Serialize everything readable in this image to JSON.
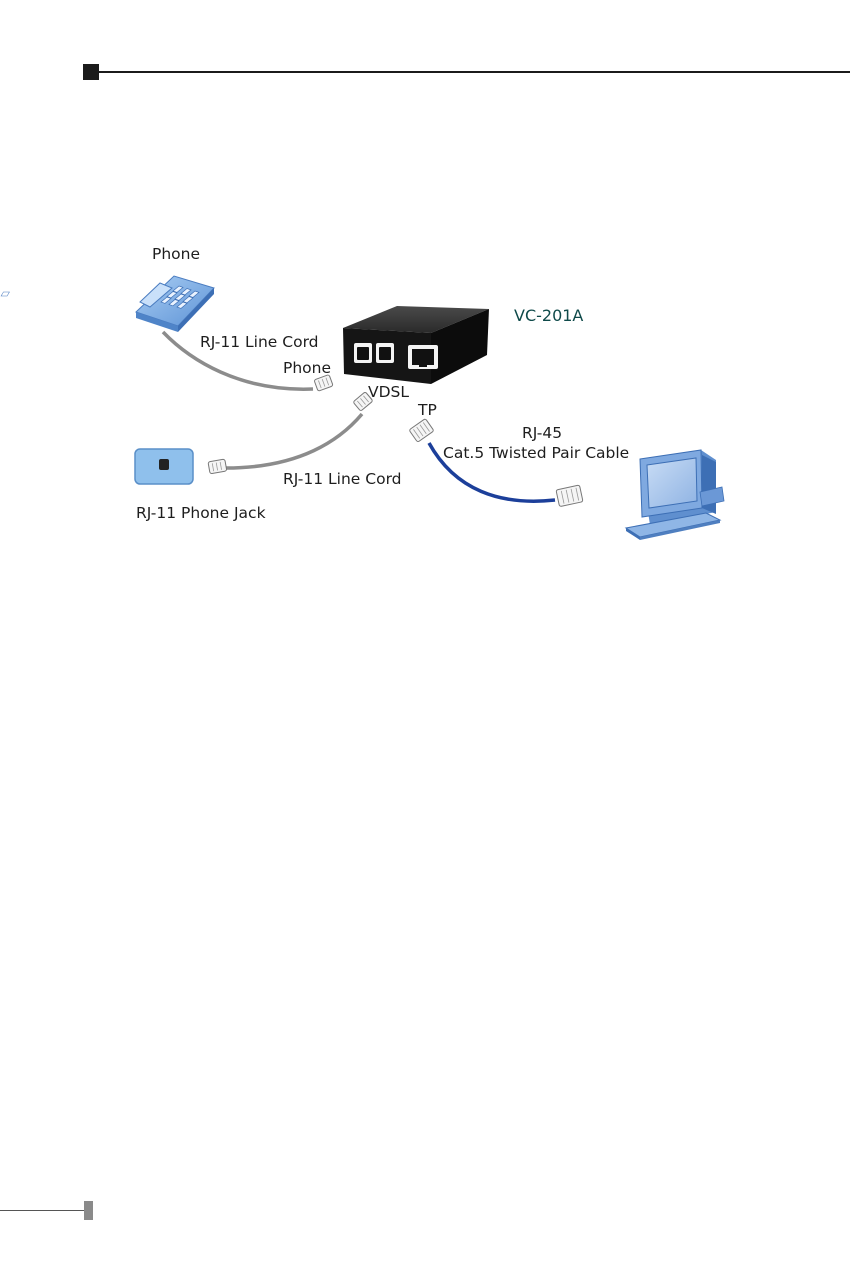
{
  "diagram": {
    "labels": {
      "phone_top": "Phone",
      "rj11_cord_top": "RJ-11 Line Cord",
      "phone_port": "Phone",
      "model": "VC-201A",
      "vdsl_port": "VDSL",
      "tp_port": "TP",
      "rj45": "RJ-45",
      "cat5_cable": "Cat.5 Twisted Pair Cable",
      "rj11_cord_bottom": "RJ-11 Line Cord",
      "phone_jack": "RJ-11 Phone Jack"
    },
    "icons": [
      "telephone-icon",
      "vdsl-converter-icon",
      "phone-jack-icon",
      "computer-icon",
      "rj11-plug-icon",
      "rj45-plug-icon"
    ],
    "colors": {
      "phone_cord": "#8c8c8c",
      "cat5_cable": "#1c3f9a",
      "device_body": "#1a1a1a",
      "phone_blue": "#7fb0e8",
      "model_text": "#0f4a4a"
    }
  }
}
